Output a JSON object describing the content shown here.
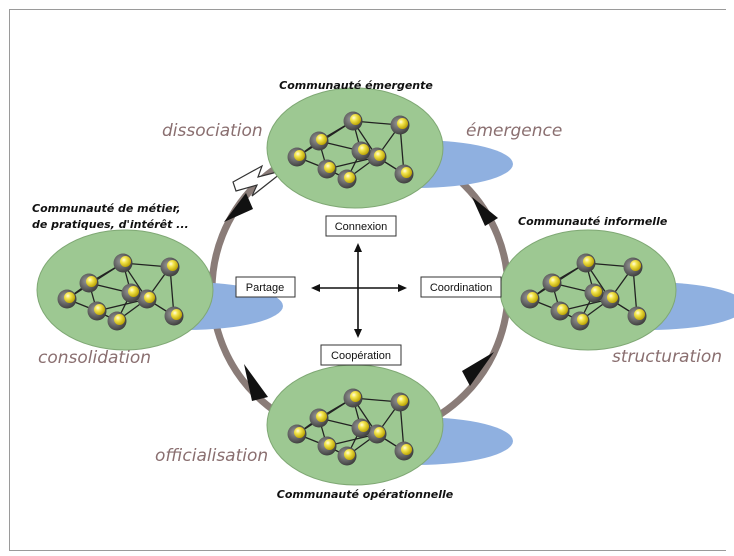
{
  "communities": {
    "top": "Communauté émergente",
    "left_line1": "Communauté de métier,",
    "left_line2": "de pratiques, d'intérêt ...",
    "right": "Communauté informelle",
    "bottom": "Communauté opérationnelle"
  },
  "phases": {
    "dissociation": "dissociation",
    "emergence": "émergence",
    "structuration": "structuration",
    "officialisation": "officialisation",
    "consolidation": "consolidation"
  },
  "axes": {
    "top": "Connexion",
    "left": "Partage",
    "right": "Coordination",
    "bottom": "Coopération"
  },
  "colors": {
    "ellipse": "#9dc892",
    "shadow": "#8fb0e0",
    "ring": "#8a7c78",
    "node": "#f2e24a",
    "phase_text": "#8a6f70"
  },
  "icons": {
    "break": "lightning-icon"
  }
}
